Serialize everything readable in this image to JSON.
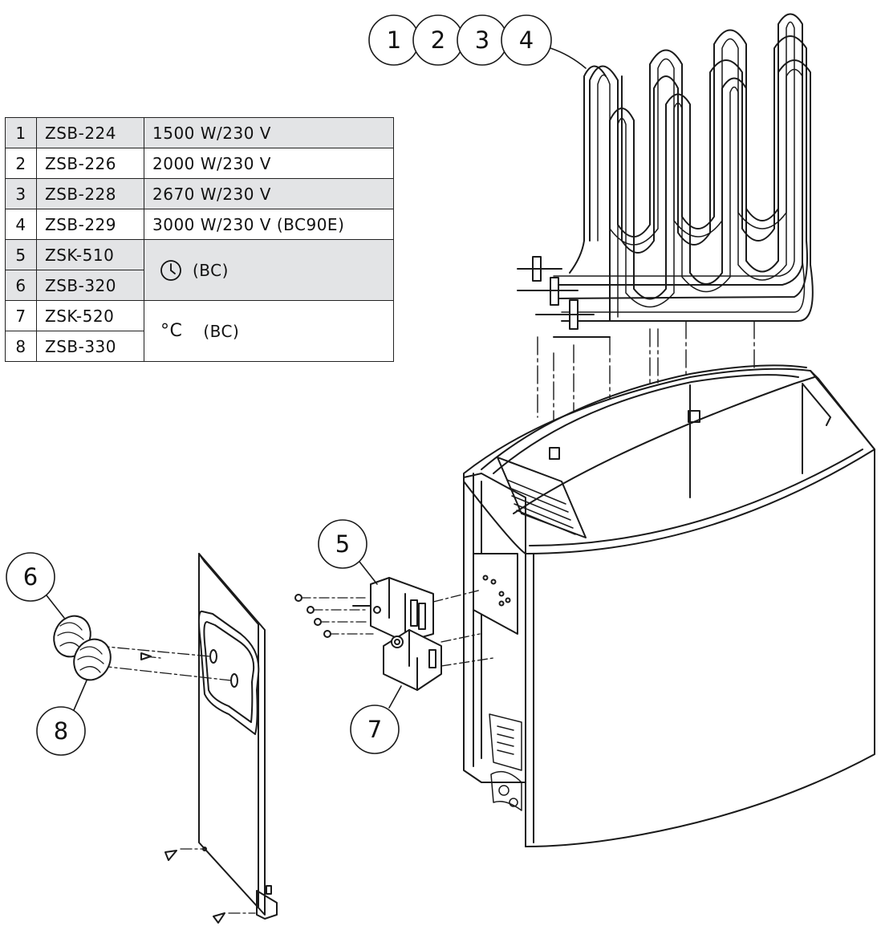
{
  "parts_table": {
    "rows": [
      {
        "num": "1",
        "code": "ZSB-224",
        "spec": "1500 W/230 V",
        "shaded": true
      },
      {
        "num": "2",
        "code": "ZSB-226",
        "spec": "2000 W/230 V",
        "shaded": false
      },
      {
        "num": "3",
        "code": "ZSB-228",
        "spec": "2670 W/230 V",
        "shaded": true
      },
      {
        "num": "4",
        "code": "ZSB-229",
        "spec": "3000 W/230 V (BC90E)",
        "shaded": false
      }
    ],
    "timer_group": {
      "rows": [
        {
          "num": "5",
          "code": "ZSK-510"
        },
        {
          "num": "6",
          "code": "ZSB-320"
        }
      ],
      "icon": "clock-icon",
      "label": "(BC)"
    },
    "thermostat_group": {
      "rows": [
        {
          "num": "7",
          "code": "ZSK-520"
        },
        {
          "num": "8",
          "code": "ZSB-330"
        }
      ],
      "symbol": "°C",
      "label": "(BC)"
    }
  },
  "callouts": {
    "c1": "1",
    "c2": "2",
    "c3": "3",
    "c4": "4",
    "c5": "5",
    "c6": "6",
    "c7": "7",
    "c8": "8"
  },
  "colors": {
    "line": "#1a1a1a",
    "shade": "#e3e4e6",
    "element_fill": "#ffffff"
  }
}
